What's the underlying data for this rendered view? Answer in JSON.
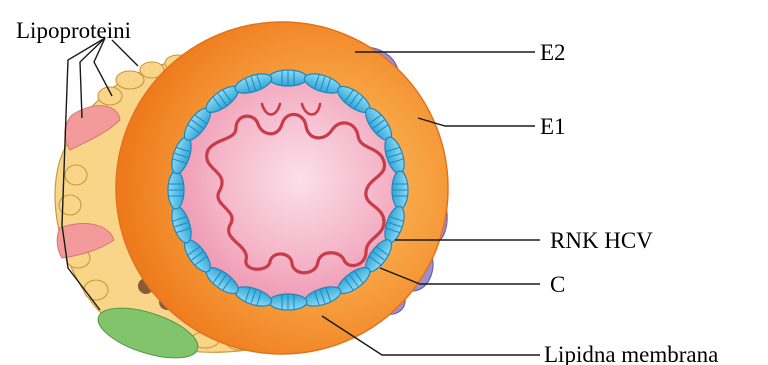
{
  "labels": {
    "lipoproteins": "Lipoproteini",
    "e2": "E2",
    "e1": "E1",
    "rna": "RNK HCV",
    "core": "C",
    "membrane": "Lipidna membrana"
  },
  "colors": {
    "background": "#ffffff",
    "membrane_outer": "#f07a1e",
    "membrane_mid": "#f7a64a",
    "interior": "#f6b3c6",
    "rna_strand": "#c83c48",
    "capsid": "#4fc0ea",
    "e1_e2_glycoprotein": "#9a8bd1",
    "lipoprotein_bead": "#f9d27e",
    "lipoprotein_pink": "#f29a9a",
    "lipoprotein_green": "#7cc06a",
    "lipoprotein_brown": "#8a5a3a",
    "lipoprotein_red": "#e24b58",
    "leader_line": "#1a1a1a"
  }
}
